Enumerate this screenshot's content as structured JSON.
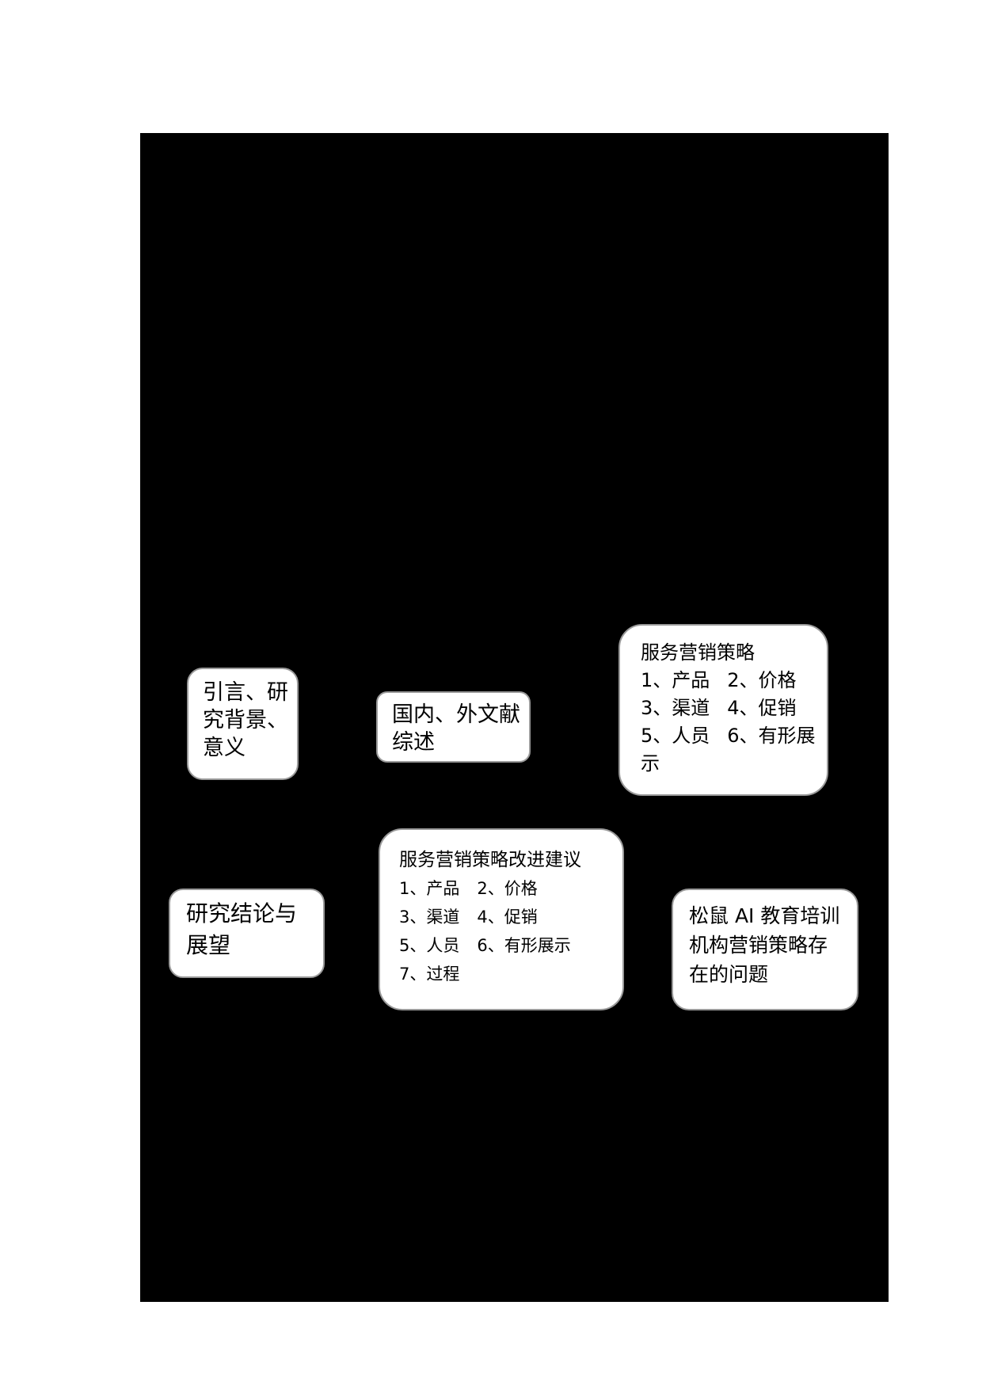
{
  "diagram": {
    "background_color": "#000000",
    "box_color": "#ffffff",
    "nodes": [
      {
        "id": "intro",
        "lines": [
          "引言、研",
          "究背景、",
          "意义"
        ]
      },
      {
        "id": "literature",
        "lines": [
          "国内、外文献",
          "综述"
        ]
      },
      {
        "id": "strategy",
        "title": "服务营销策略",
        "lines": [
          "1、产品",
          "2、价格",
          "3、渠道",
          "4、促销",
          "5、人员",
          "6、有形展",
          "示"
        ]
      },
      {
        "id": "problems",
        "lines": [
          "松鼠 AI 教育培训",
          "机构营销策略存",
          "在的问题"
        ]
      },
      {
        "id": "improvement",
        "title": "服务营销策略改进建议",
        "lines": [
          "1、产品",
          "2、价格",
          "3、渠道",
          "4、促销",
          "5、人员",
          "6、有形展示",
          "7、过程"
        ]
      },
      {
        "id": "conclusion",
        "lines": [
          "研究结论与",
          "展望"
        ]
      }
    ]
  }
}
